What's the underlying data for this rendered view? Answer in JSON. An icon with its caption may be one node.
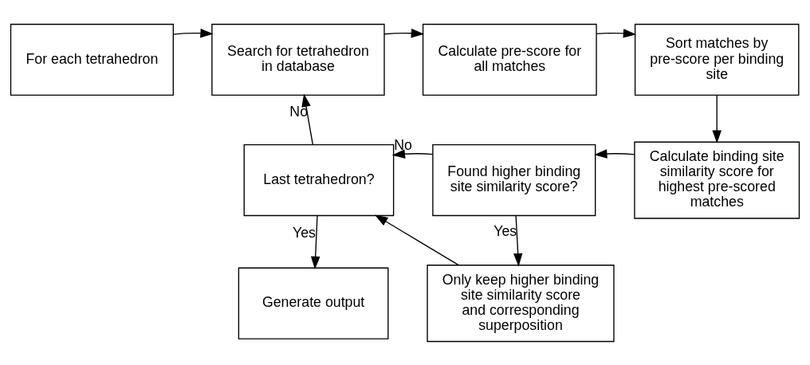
{
  "diagram": {
    "nodes": [
      {
        "text": [
          "For each tetrahedron"
        ]
      },
      {
        "text": [
          "Search for tetrahedron in database"
        ]
      },
      {
        "text": [
          "Calculate pre-score for all matches"
        ]
      },
      {
        "text": [
          "Sort matches by pre-score per binding site"
        ]
      },
      {
        "text": [
          "Calculate binding site similarity score for highest pre-scored matches"
        ]
      },
      {
        "text": [
          "Found higher binding site similarity score?"
        ]
      },
      {
        "text": [
          "Last tetrahedron?"
        ]
      },
      {
        "text": [
          "Only keep higher binding site similarity score and corresponding superposition"
        ]
      },
      {
        "text": [
          "Generate output"
        ]
      }
    ],
    "edges": [
      {
        "from": 0,
        "to": 1,
        "arrow": "to"
      },
      {
        "from": 1,
        "to": 2,
        "arrow": "to"
      },
      {
        "from": 2,
        "to": 3,
        "arrow": "to"
      },
      {
        "from": 3,
        "to": 4,
        "arrow": "to"
      },
      {
        "from": 4,
        "to": 5,
        "arrow": "to"
      },
      {
        "from": 5,
        "to": 6,
        "arrow": "to",
        "label": "No"
      },
      {
        "from": 6,
        "to": 1,
        "arrow": "to",
        "label": "No"
      },
      {
        "from": 5,
        "to": 7,
        "arrow": "to",
        "label": "Yes"
      },
      {
        "from": 7,
        "to": 6,
        "arrow": "to"
      },
      {
        "from": 6,
        "to": 8,
        "arrow": "to",
        "label": "Yes"
      }
    ]
  }
}
